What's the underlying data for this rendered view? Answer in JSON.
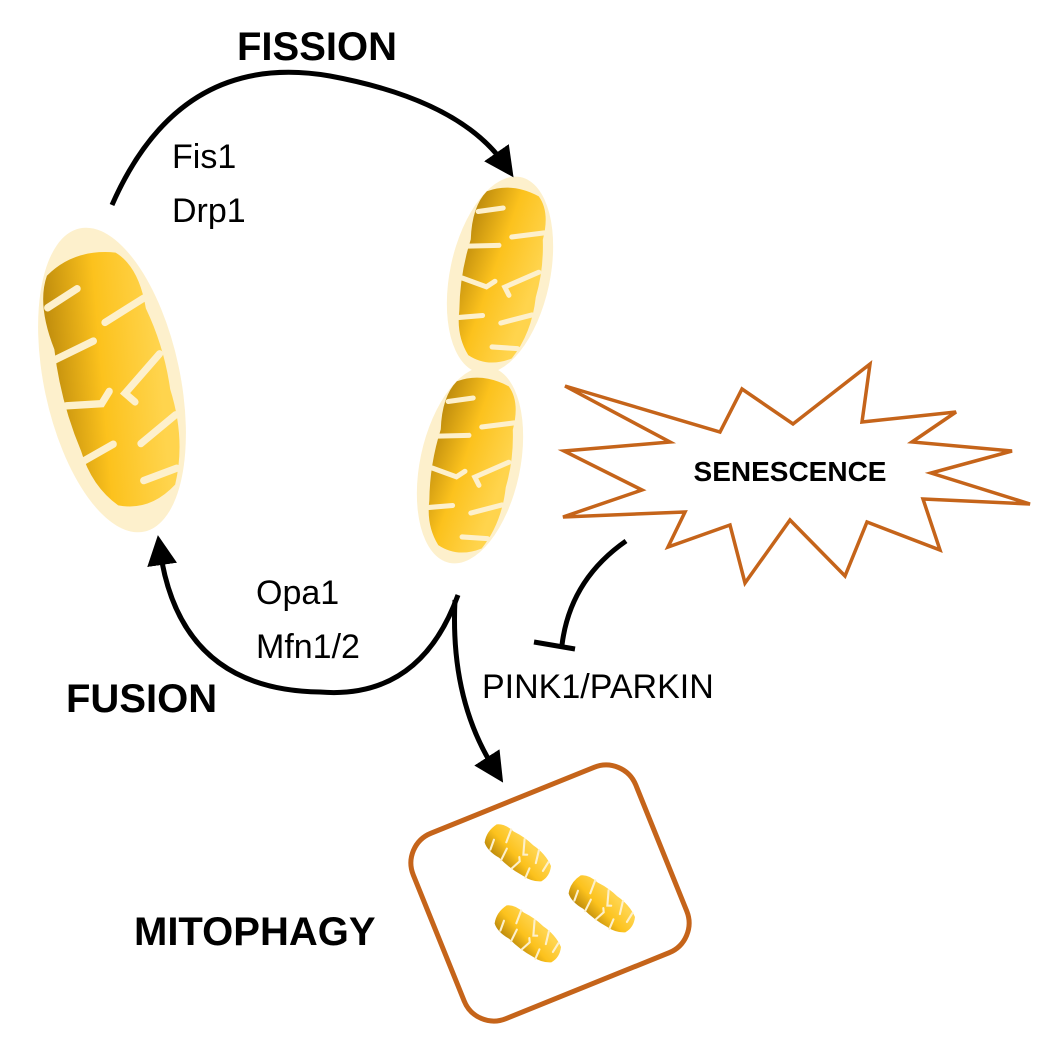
{
  "labels": {
    "fission": "FISSION",
    "fission_proteins": [
      "Fis1",
      "Drp1"
    ],
    "fusion": "FUSION",
    "fusion_proteins": [
      "Opa1",
      "Mfn1/2"
    ],
    "senescence": "SENESCENCE",
    "pink_parkin": "PINK1/PARKIN",
    "mitophagy": "MITOPHAGY"
  },
  "colors": {
    "mito_outer": "#fdf0cc",
    "mito_dark": "#b8860b",
    "mito_light": "#ffc926",
    "accent_outline": "#c5641a",
    "arrow": "#000000"
  },
  "edges": [
    {
      "from": "large-mitochondrion",
      "to": "small-mitochondria",
      "label": "FISSION",
      "type": "activation"
    },
    {
      "from": "small-mitochondria",
      "to": "large-mitochondrion",
      "label": "FUSION",
      "type": "activation"
    },
    {
      "from": "small-mitochondria",
      "to": "mitophagy",
      "label": "PINK1/PARKIN",
      "type": "activation"
    },
    {
      "from": "senescence",
      "to": "pink1-parkin",
      "type": "inhibition"
    }
  ]
}
